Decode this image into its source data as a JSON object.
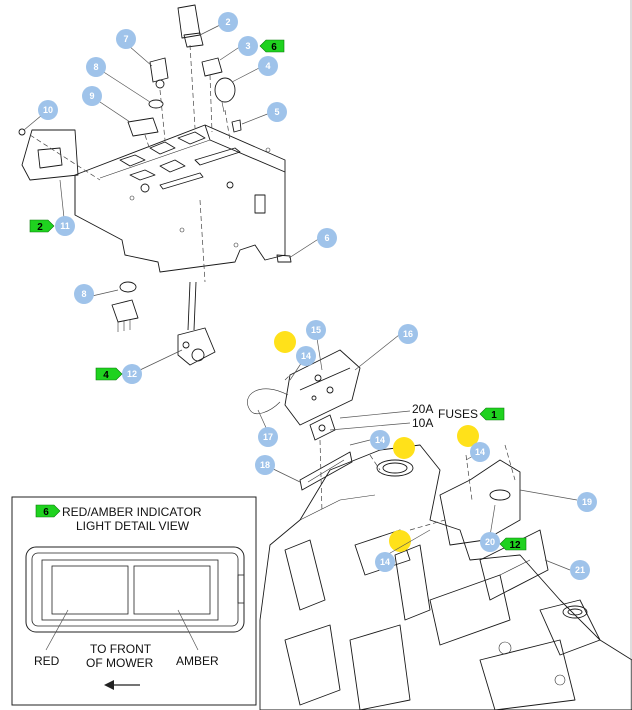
{
  "callouts": [
    {
      "num": "2"
    },
    {
      "num": "3"
    },
    {
      "num": "4"
    },
    {
      "num": "5"
    },
    {
      "num": "6"
    },
    {
      "num": "7"
    },
    {
      "num": "8"
    },
    {
      "num": "9"
    },
    {
      "num": "10"
    },
    {
      "num": "11"
    },
    {
      "num": "8"
    },
    {
      "num": "12"
    },
    {
      "num": "15"
    },
    {
      "num": "16"
    },
    {
      "num": "14"
    },
    {
      "num": "17"
    },
    {
      "num": "14"
    },
    {
      "num": "14"
    },
    {
      "num": "18"
    },
    {
      "num": "19"
    },
    {
      "num": "20"
    },
    {
      "num": "14"
    },
    {
      "num": "21"
    }
  ],
  "tags": [
    {
      "num": "6"
    },
    {
      "num": "2"
    },
    {
      "num": "4"
    },
    {
      "num": "1"
    },
    {
      "num": "12"
    },
    {
      "num": "6"
    }
  ],
  "labels": {
    "amp_20": "20A",
    "amp_10": "10A",
    "fuses": "FUSES"
  },
  "detail": {
    "title_line1": "RED/AMBER INDICATOR",
    "title_line2": "LIGHT DETAIL VIEW",
    "red_label": "RED",
    "amber_label": "AMBER",
    "front_line1": "TO FRONT",
    "front_line2": "OF MOWER"
  },
  "colors": {
    "callout_fill": "#9fc3ea",
    "tag_fill": "#1fd21f",
    "highlight": "#ffe11a"
  }
}
